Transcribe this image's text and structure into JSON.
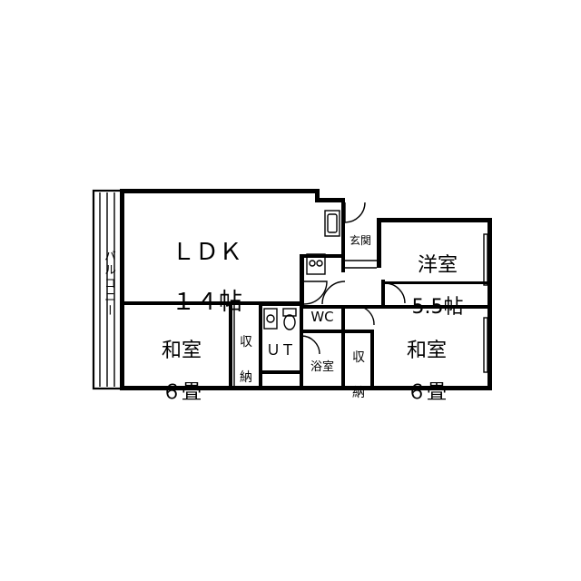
{
  "floor_plan": {
    "rooms": {
      "ldk": {
        "line1": "ＬＤＫ",
        "line2": "１４帖"
      },
      "western": {
        "line1": "洋室",
        "line2": "5.5帖"
      },
      "japanese_left": {
        "line1": "和室",
        "line2": "６畳"
      },
      "japanese_right": {
        "line1": "和室",
        "line2": "６畳"
      },
      "storage_left": {
        "line1": "収",
        "line2": "納"
      },
      "storage_right": {
        "line1": "収",
        "line2": "納"
      },
      "entrance": "玄関",
      "wc": "WC",
      "utility": "ＵＴ",
      "bath": "浴室",
      "balcony": "バルコニー"
    }
  }
}
